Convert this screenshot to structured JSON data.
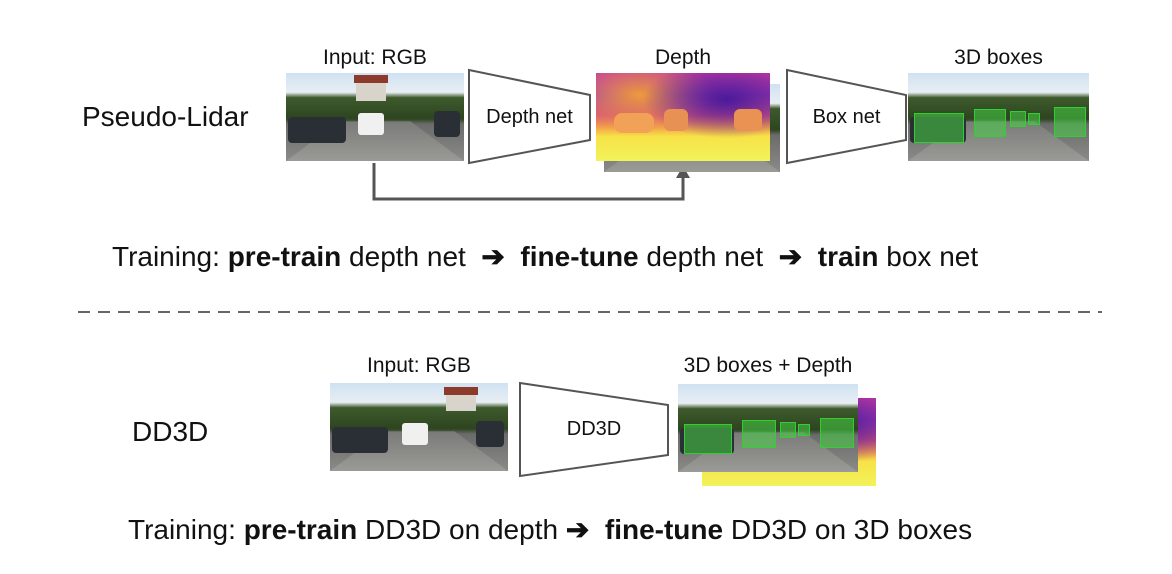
{
  "pseudo_lidar": {
    "row_label": "Pseudo-Lidar",
    "input_caption": "Input: RGB",
    "depth_net_label": "Depth net",
    "depth_caption": "Depth",
    "box_net_label": "Box net",
    "output_caption": "3D boxes",
    "training": {
      "prefix": "Training: ",
      "step1_bold": "pre-train",
      "step1_rest": " depth net ",
      "arrow1": "➔",
      "step2_bold": "fine-tune",
      "step2_rest": " depth net ",
      "arrow2": "➔",
      "step3_bold": "train",
      "step3_rest": " box net"
    }
  },
  "dd3d": {
    "row_label": "DD3D",
    "input_caption": "Input: RGB",
    "net_label": "DD3D",
    "output_caption": "3D boxes + Depth",
    "training": {
      "prefix": "Training: ",
      "step1_bold": "pre-train",
      "step1_rest": " DD3D on depth ",
      "arrow1": "➔",
      "step2_bold": "fine-tune",
      "step2_rest": " DD3D on 3D boxes"
    }
  },
  "colors": {
    "box3d": "#46d246",
    "arrow": "#555555",
    "divider": "#666666"
  }
}
